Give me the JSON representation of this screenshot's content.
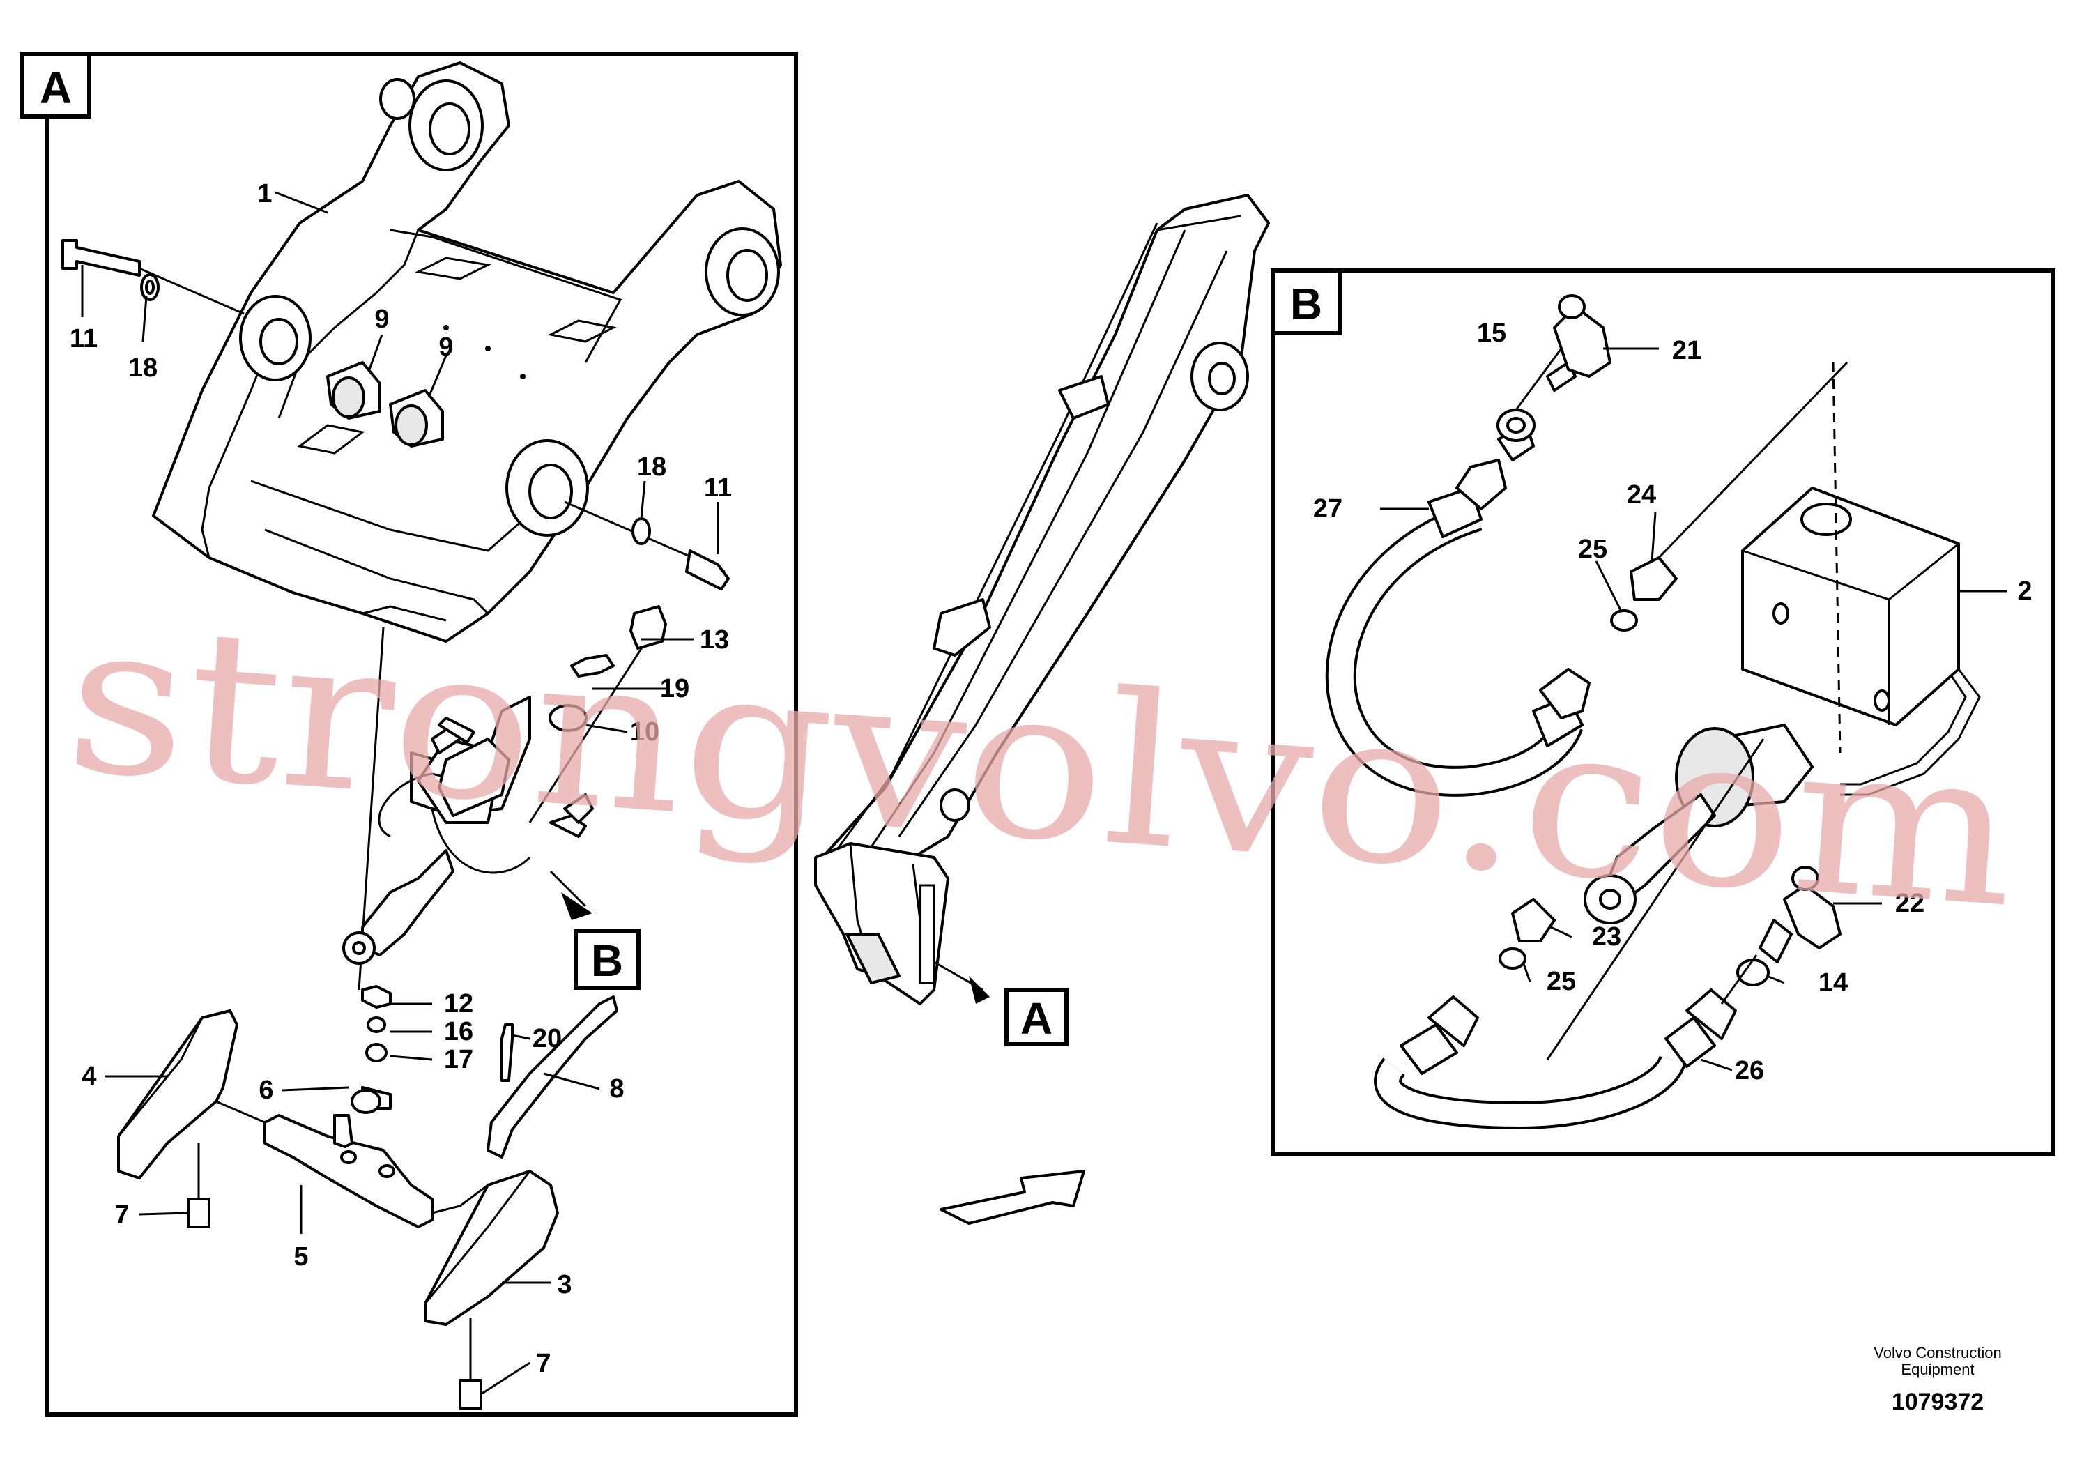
{
  "frames": {
    "a_letter": "A",
    "b_letter": "B",
    "a_callout": "A",
    "b_callout": "B"
  },
  "labels": {
    "a": [
      "1",
      "11",
      "18",
      "9",
      "9",
      "18",
      "11",
      "13",
      "19",
      "10",
      "12",
      "16",
      "17",
      "20",
      "4",
      "6",
      "8",
      "7",
      "5",
      "3",
      "7"
    ],
    "b": [
      "15",
      "21",
      "27",
      "24",
      "25",
      "2",
      "22",
      "23",
      "25",
      "14",
      "26"
    ]
  },
  "watermark": "strongvolvo.com",
  "footer": {
    "company_line1": "Volvo Construction",
    "company_line2": "Equipment",
    "drawing_number": "1079372"
  }
}
